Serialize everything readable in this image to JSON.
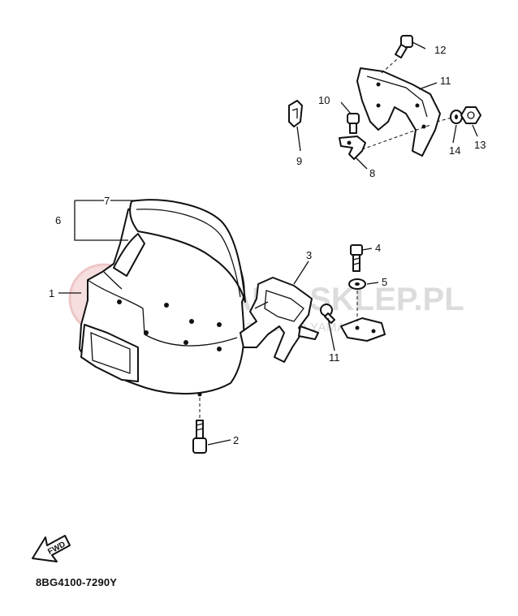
{
  "watermark": {
    "brand": "YAMAHA-SKLEP.PL",
    "tagline": "OFICJALNE CZĘŚCI DO YAMAHA"
  },
  "diagram_code": "8BG4100-7290Y",
  "fwd_label": "FWD",
  "callouts": [
    {
      "id": "c1",
      "label": "1"
    },
    {
      "id": "c2",
      "label": "2"
    },
    {
      "id": "c3",
      "label": "3"
    },
    {
      "id": "c4",
      "label": "4"
    },
    {
      "id": "c5",
      "label": "5"
    },
    {
      "id": "c6",
      "label": "6"
    },
    {
      "id": "c7",
      "label": "7"
    },
    {
      "id": "c8",
      "label": "8"
    },
    {
      "id": "c9",
      "label": "9"
    },
    {
      "id": "c10",
      "label": "10"
    },
    {
      "id": "c11a",
      "label": "11"
    },
    {
      "id": "c11b",
      "label": "11"
    },
    {
      "id": "c12",
      "label": "12"
    },
    {
      "id": "c13",
      "label": "13"
    },
    {
      "id": "c14",
      "label": "14"
    }
  ]
}
